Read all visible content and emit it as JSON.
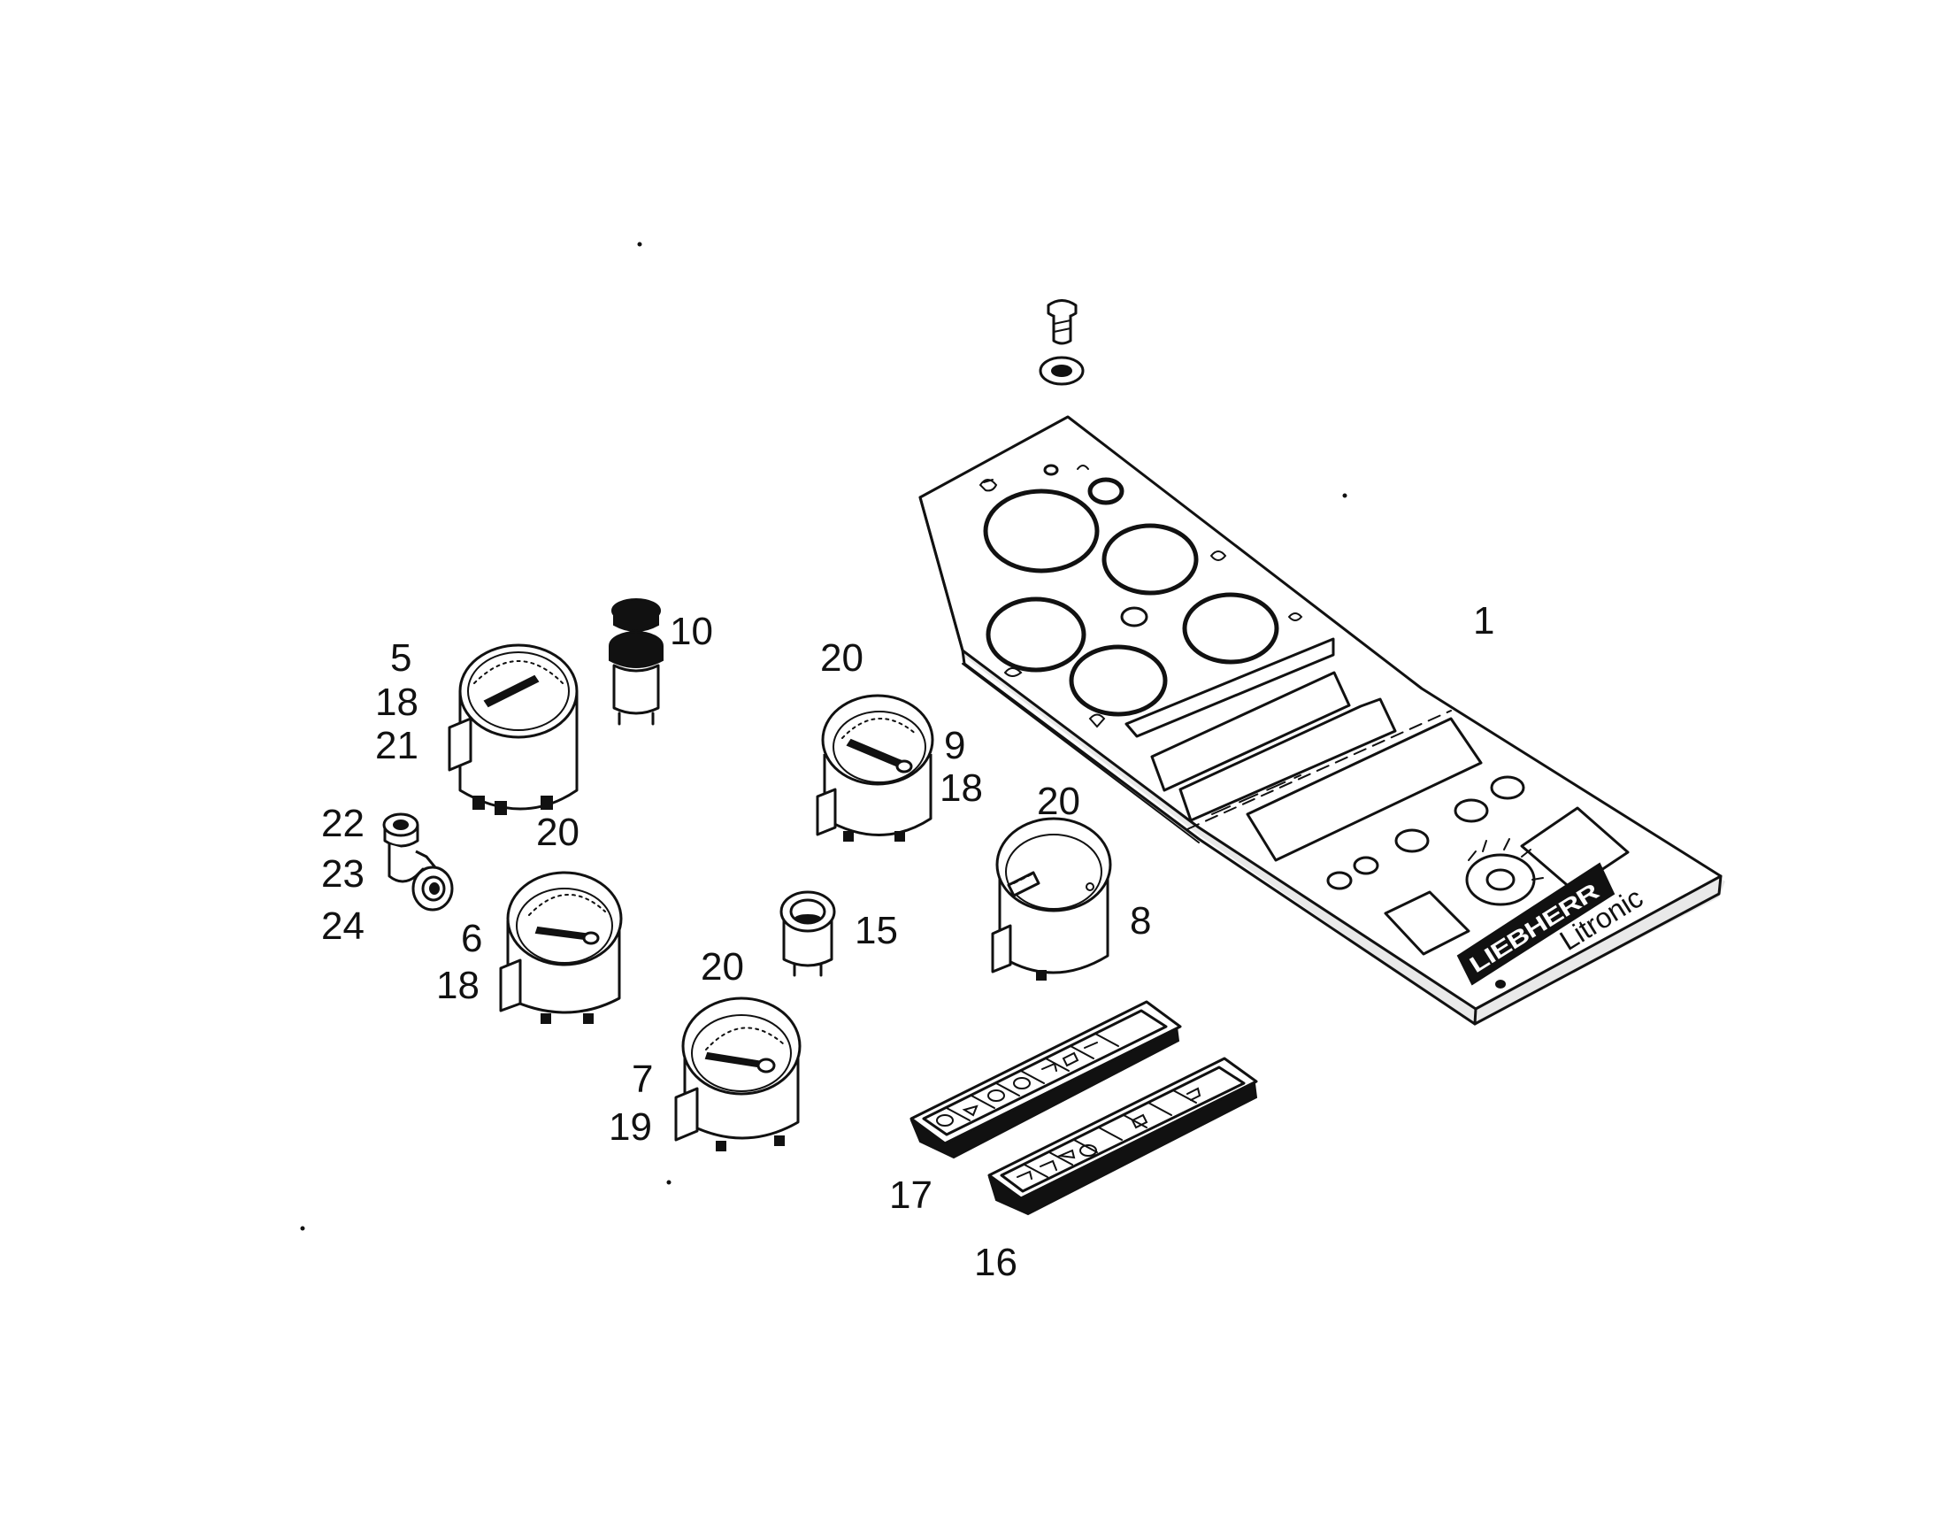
{
  "callouts": {
    "panel": "1",
    "gauge_a": "5",
    "gauge_a_seal": "18",
    "gauge_a_bulb": "21",
    "warning_lamp": "10",
    "gauge_b_ring": "20",
    "gauge_b": "9",
    "gauge_b_seal": "18",
    "gauge_c_ring": "20",
    "gauge_c": "8",
    "fitting_nut": "22",
    "fitting_elbow": "23",
    "fitting_union": "24",
    "gauge_d_ring": "20",
    "gauge_d": "6",
    "gauge_d_seal": "18",
    "pilot_lamp": "15",
    "gauge_e_ring": "20",
    "gauge_e": "7",
    "gauge_e_seal": "19",
    "switch_strip_a": "17",
    "switch_strip_b": "16"
  },
  "panel_logo": {
    "brand": "LIEBHERR",
    "model": "Litronic"
  }
}
